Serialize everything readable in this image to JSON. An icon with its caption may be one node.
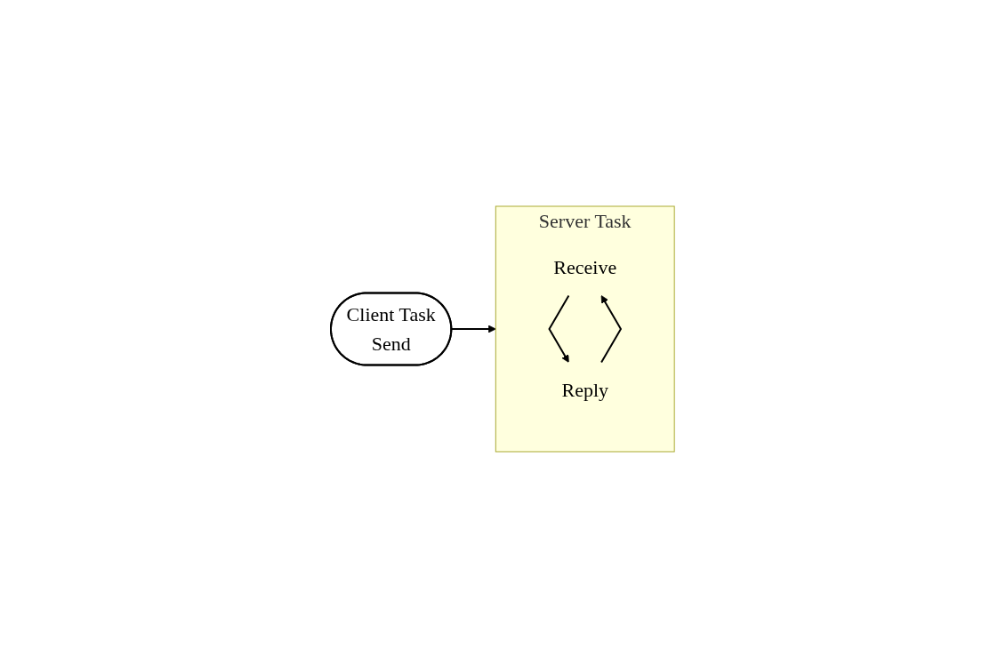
{
  "diagram": {
    "nodes": [
      {
        "text": [
          "Client Task",
          "Send"
        ]
      },
      {
        "text": [
          "Server Task"
        ]
      },
      {
        "text": [
          "Receive"
        ],
        "in": 1
      },
      {
        "text": [
          "Reply"
        ],
        "in": 1
      }
    ],
    "edges": [
      {
        "from": 0,
        "to": 1,
        "arrow": "to"
      },
      {
        "from": 2,
        "to": 3,
        "arrow": "to"
      },
      {
        "from": 3,
        "to": 2,
        "arrow": "to"
      }
    ]
  }
}
